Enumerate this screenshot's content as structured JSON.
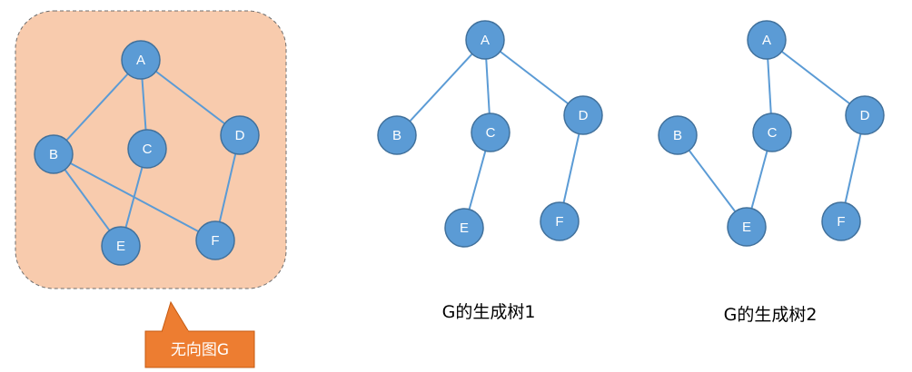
{
  "colors": {
    "node_fill": "#5b9bd5",
    "node_stroke": "#41719c",
    "edge": "#5b9bd5",
    "panel_fill": "#f8cbad",
    "panel_stroke": "#6d6d6d",
    "callout_fill": "#ed7d31"
  },
  "callout": {
    "label": "无向图G"
  },
  "graphs": [
    {
      "id": "graph-g",
      "nodes": [
        "A",
        "B",
        "C",
        "D",
        "E",
        "F"
      ],
      "edges": [
        [
          "A",
          "B"
        ],
        [
          "A",
          "C"
        ],
        [
          "A",
          "D"
        ],
        [
          "B",
          "E"
        ],
        [
          "B",
          "F"
        ],
        [
          "C",
          "E"
        ],
        [
          "D",
          "F"
        ]
      ]
    },
    {
      "id": "spanning-tree-1",
      "caption": "G的生成树1",
      "nodes": [
        "A",
        "B",
        "C",
        "D",
        "E",
        "F"
      ],
      "edges": [
        [
          "A",
          "B"
        ],
        [
          "A",
          "C"
        ],
        [
          "A",
          "D"
        ],
        [
          "C",
          "E"
        ],
        [
          "D",
          "F"
        ]
      ]
    },
    {
      "id": "spanning-tree-2",
      "caption": "G的生成树2",
      "nodes": [
        "A",
        "B",
        "C",
        "D",
        "E",
        "F"
      ],
      "edges": [
        [
          "A",
          "C"
        ],
        [
          "A",
          "D"
        ],
        [
          "B",
          "E"
        ],
        [
          "C",
          "E"
        ],
        [
          "D",
          "F"
        ]
      ]
    }
  ]
}
